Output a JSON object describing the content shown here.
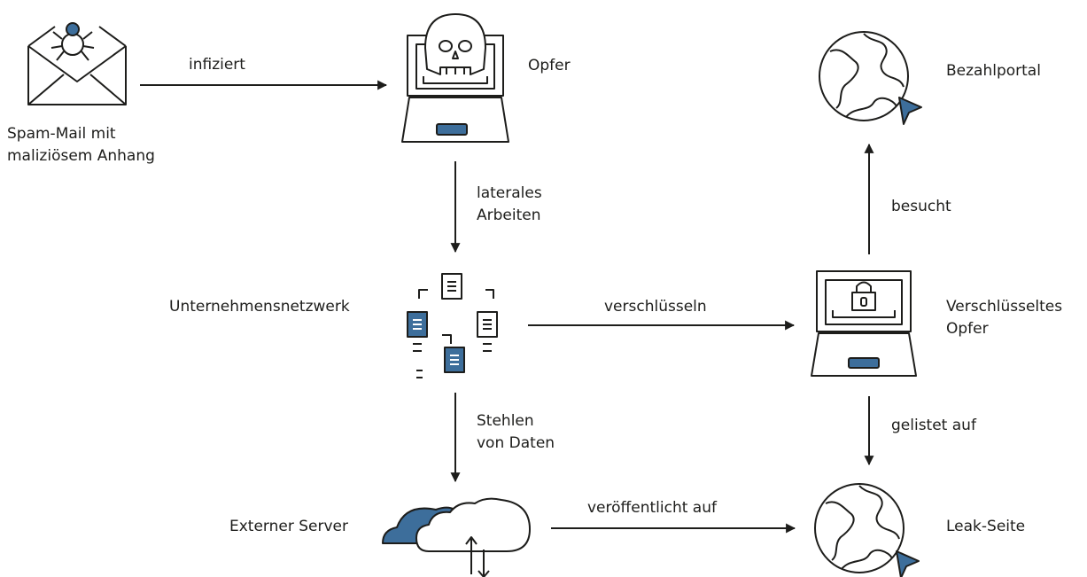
{
  "nodes": {
    "spam_mail": {
      "label_line1": "Spam-Mail mit",
      "label_line2": "maliziösem Anhang",
      "icon": "envelope-bug-icon"
    },
    "victim": {
      "label": "Opfer",
      "icon": "laptop-skull-icon"
    },
    "payment_portal": {
      "label": "Bezahlportal",
      "icon": "globe-cursor-icon"
    },
    "company_network": {
      "label": "Unternehmensnetzwerk",
      "icon": "network-icon"
    },
    "encrypted_victim": {
      "label_line1": "Verschlüsseltes",
      "label_line2": "Opfer",
      "icon": "laptop-lock-icon"
    },
    "external_server": {
      "label": "Externer Server",
      "icon": "cloud-upload-download-icon"
    },
    "leak_site": {
      "label": "Leak-Seite",
      "icon": "globe-cursor-icon"
    }
  },
  "edges": {
    "infects": "infiziert",
    "lateral_line1": "laterales",
    "lateral_line2": "Arbeiten",
    "encrypt": "verschlüsseln",
    "visits": "besucht",
    "steal_line1": "Stehlen",
    "steal_line2": "von Daten",
    "listed_on": "gelistet auf",
    "published_on": "veröffentlicht auf"
  },
  "colors": {
    "accent": "#3d6e9b",
    "stroke": "#1d1d1b",
    "background": "#ffffff"
  }
}
